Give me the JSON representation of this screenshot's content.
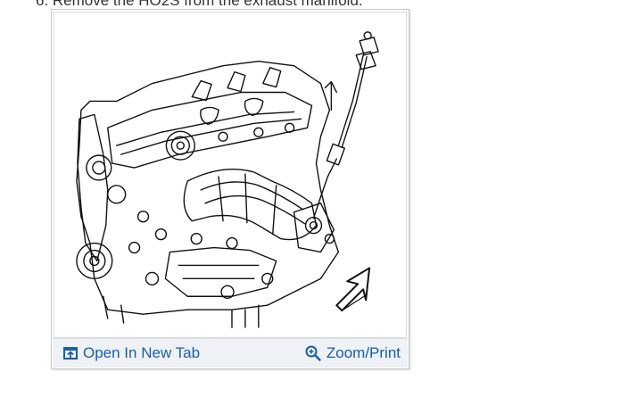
{
  "step": {
    "text": "6. Remove the HO2S from the exhaust manifold."
  },
  "figure": {
    "image_icon": "engine-exhaust-manifold-illustration",
    "open_tab_label": "Open In New Tab",
    "open_tab_icon": "open-in-new-tab-icon",
    "zoom_label": "Zoom/Print",
    "zoom_icon": "zoom-magnifier-icon"
  },
  "colors": {
    "link": "#1a5ea8",
    "footer_bg": "#eef1f5",
    "line_art": "#111111"
  }
}
